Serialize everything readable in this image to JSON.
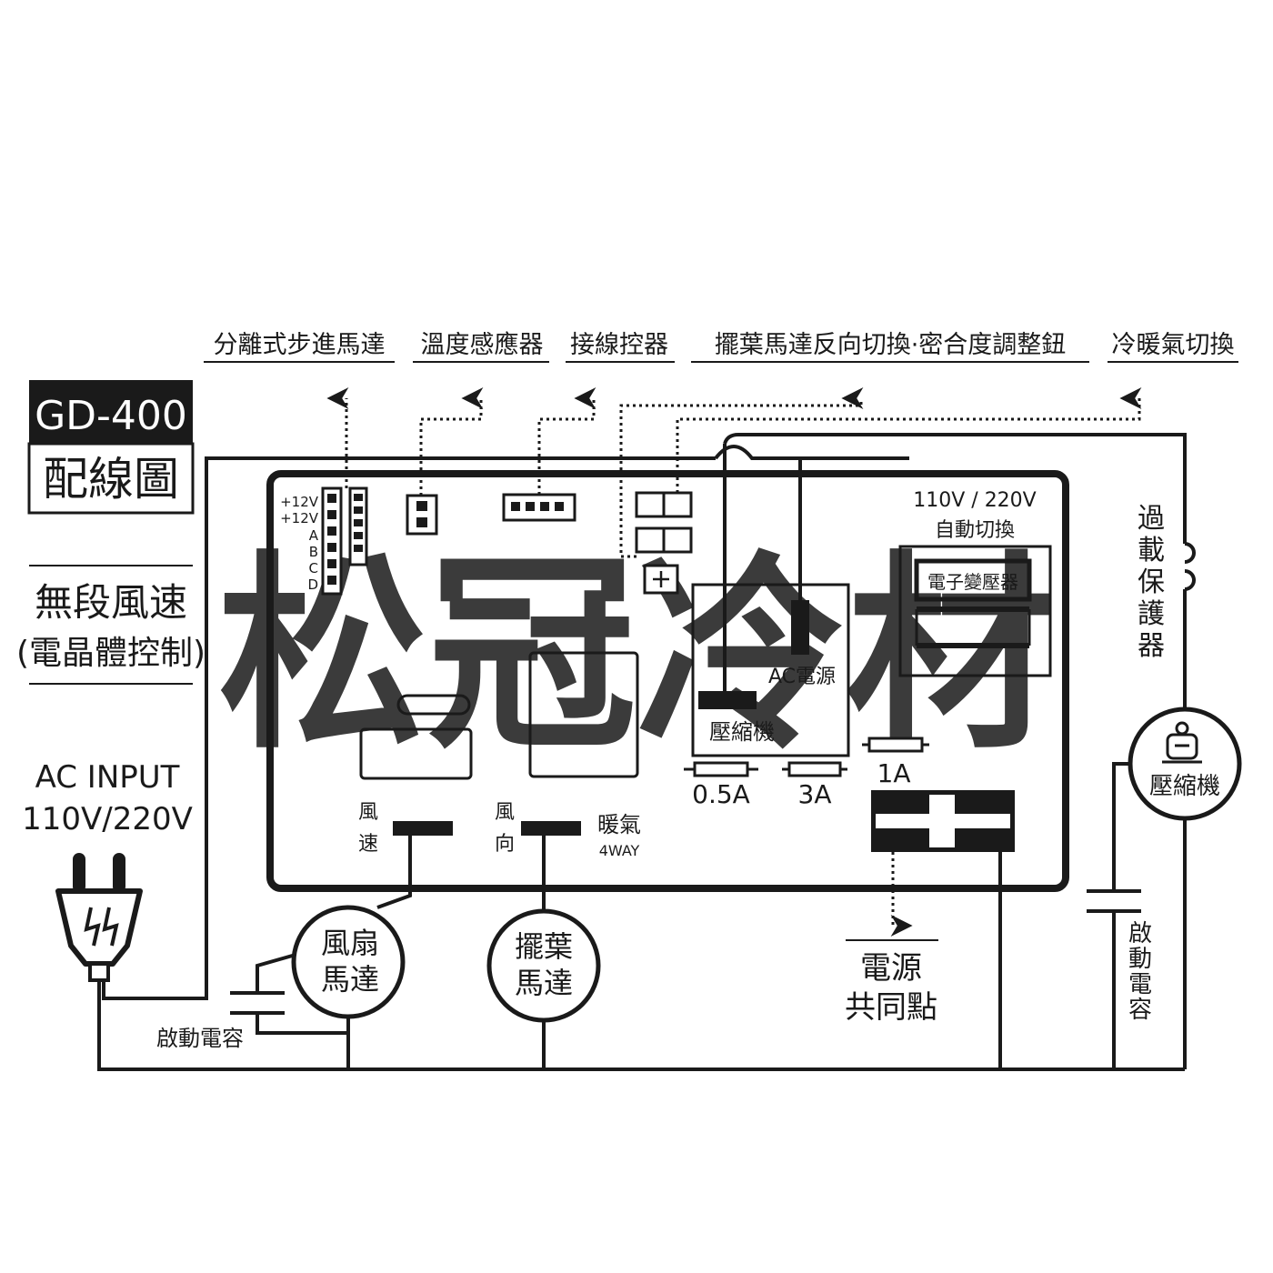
{
  "model": {
    "code": "GD-400",
    "subtitle": "配線圖"
  },
  "features": {
    "line1": "無段風速",
    "line2": "(電晶體控制)"
  },
  "ac_input": {
    "line1": "AC INPUT",
    "line2": "110V/220V"
  },
  "top_labels": {
    "stepper": "分離式步進馬達",
    "temp_sensor": "溫度感應器",
    "wired_ctrl": "接線控器",
    "swing_reverse": "擺葉馬達反向切換·密合度調整鈕",
    "cool_heat": "冷暖氣切換"
  },
  "connector_pins": {
    "p1": "+12V",
    "p2": "+12V",
    "p3": "A",
    "p4": "B",
    "p5": "C",
    "p6": "D"
  },
  "board": {
    "auto_switch_line1": "110V / 220V",
    "auto_switch_line2": "自動切換",
    "transformer": "電子變壓器",
    "ac_power": "AC電源",
    "compressor": "壓縮機",
    "fan_speed_1": "風",
    "fan_speed_2": "速",
    "wind_dir_1": "風",
    "wind_dir_2": "向",
    "heat": "暖氣",
    "heat_sub": "4WAY"
  },
  "fuses": {
    "f1": "0.5A",
    "f2": "3A",
    "f3": "1A"
  },
  "overload": [
    "過",
    "載",
    "保",
    "護",
    "器"
  ],
  "compressor_motor": "壓縮機",
  "start_cap_right": [
    "啟",
    "動",
    "電",
    "容"
  ],
  "start_cap_left": "啟動電容",
  "fan_motor": {
    "line1": "風扇",
    "line2": "馬達"
  },
  "swing_motor": {
    "line1": "擺葉",
    "line2": "馬達"
  },
  "power_common": {
    "line1": "電源",
    "line2": "共同點"
  },
  "watermark": "松冠冷材",
  "colors": {
    "ink": "#1a1a1a",
    "watermark": "#d6d6d6"
  }
}
